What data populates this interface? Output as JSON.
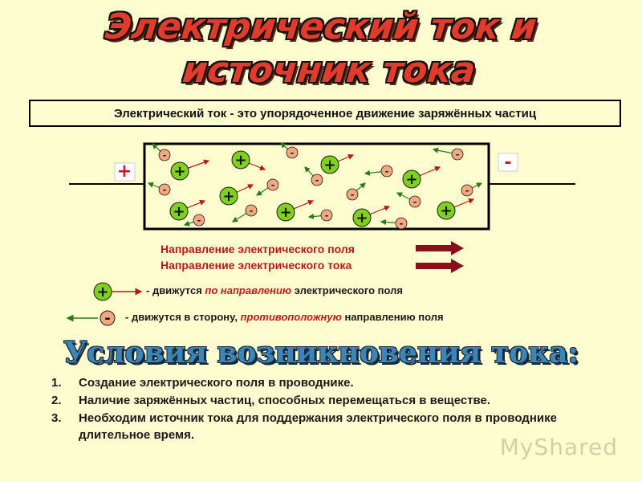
{
  "title": {
    "line1": "Электрический ток  и",
    "line2": "источник тока"
  },
  "definition": "Электрический ток - это  упорядоченное движение заряжённых частиц",
  "diagram": {
    "plus_terminal": "+",
    "minus_terminal": "-",
    "positive_sign": "+",
    "negative_sign": "-",
    "colors": {
      "positive_fill": "#7fd11e",
      "negative_fill": "#f2a980",
      "arrow": "#b81a1a",
      "neg_arrow": "#2b7a1a"
    }
  },
  "legend": {
    "field": "Направление электрического поля",
    "current": "Направление электрического тока",
    "arrow_color": "#8b0f1a"
  },
  "movement": {
    "positive": {
      "sign": "+",
      "prefix": "- движутся ",
      "highlight": "по направлению",
      "suffix": " электрического поля"
    },
    "negative": {
      "sign": "-",
      "prefix": "- движутся в сторону, ",
      "highlight": "противоположную",
      "suffix": " направлению поля"
    }
  },
  "conditions": {
    "title": "Условия возникновения тока:",
    "items": [
      {
        "num": "1.",
        "text": "Создание электрического поля в проводнике."
      },
      {
        "num": "2.",
        "text": "Наличие заряжённых частиц, способных перемещаться в веществе."
      },
      {
        "num": "3.",
        "text": "Необходим источник тока для поддержания электрического поля в проводнике длительное время."
      }
    ]
  },
  "watermark": "MyShared"
}
